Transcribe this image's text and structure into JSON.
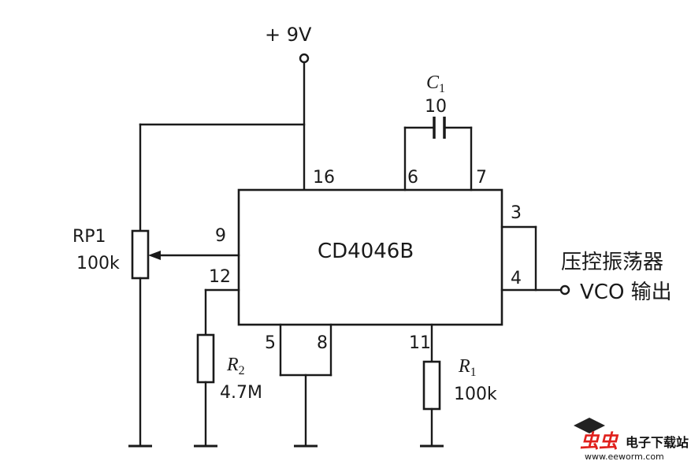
{
  "supply": {
    "label": "+ 9V"
  },
  "chip": {
    "name": "CD4046B",
    "pins": {
      "p16": "16",
      "p6": "6",
      "p7": "7",
      "p3": "3",
      "p4": "4",
      "p9": "9",
      "p12": "12",
      "p5": "5",
      "p8": "8",
      "p11": "11"
    }
  },
  "capacitor": {
    "name": "C",
    "sub": "1",
    "value": "10"
  },
  "potentiometer": {
    "name": "RP1",
    "value": "100k"
  },
  "r2": {
    "name": "R",
    "sub": "2",
    "value": "4.7M"
  },
  "r1": {
    "name": "R",
    "sub": "1",
    "value": "100k"
  },
  "output": {
    "label_cn": "压控振荡器",
    "label_vco": "VCO 输出"
  },
  "watermark": {
    "logo": "虫虫",
    "site_cn": "电子下载站",
    "url": "www.eeworm.com",
    "logo_color": "#e0201c"
  }
}
